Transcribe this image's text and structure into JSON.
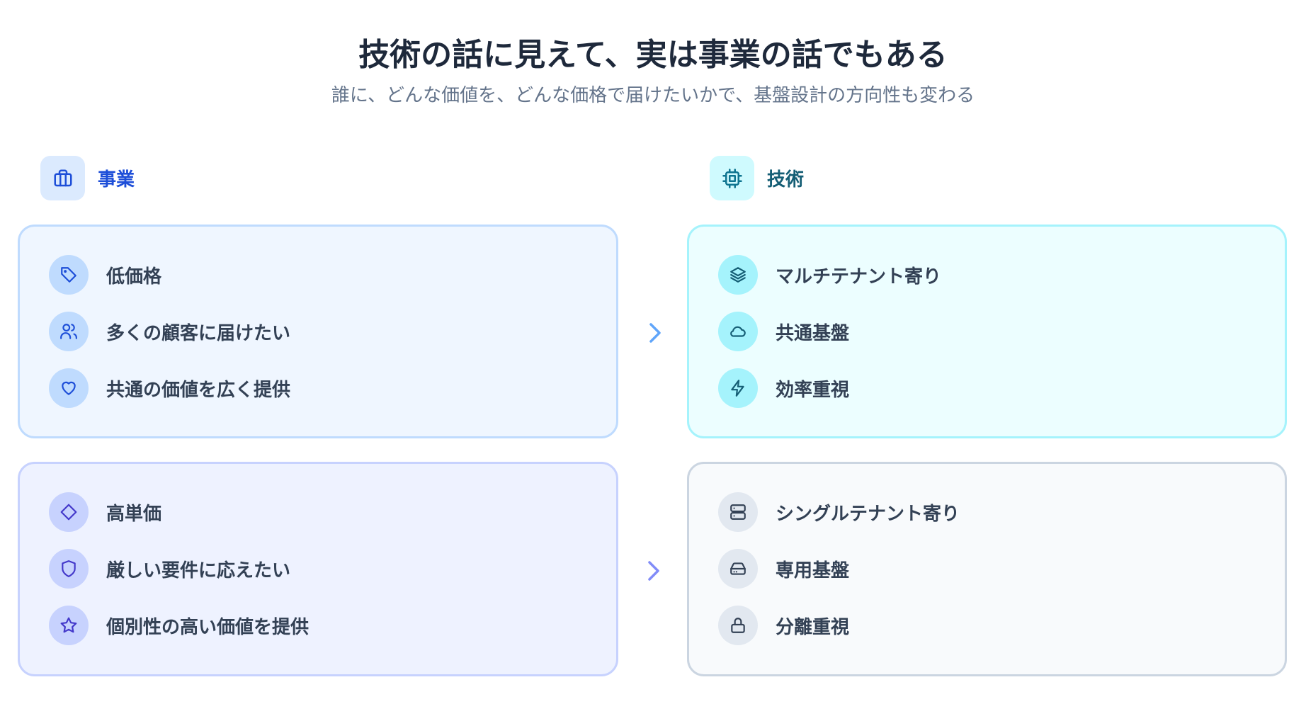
{
  "header": {
    "title": "技術の話に見えて、実は事業の話でもある",
    "subtitle": "誰に、どんな価値を、どんな価格で届けたいかで、基盤設計の方向性も変わる"
  },
  "columns": {
    "business": {
      "label": "事業",
      "icon": "briefcase-icon",
      "color": "#1d4ed8",
      "icon_bg": "#dbeafe"
    },
    "technology": {
      "label": "技術",
      "icon": "cpu-chip-icon",
      "color": "#155e75",
      "icon_bg": "#cffafe"
    }
  },
  "rows": [
    {
      "business": {
        "theme": "blue",
        "items": [
          {
            "icon": "tag-icon",
            "label": "低価格"
          },
          {
            "icon": "users-icon",
            "label": "多くの顧客に届けたい"
          },
          {
            "icon": "heart-icon",
            "label": "共通の価値を広く提供"
          }
        ]
      },
      "arrow": {
        "icon": "chevron-right-icon",
        "color": "#60a5fa"
      },
      "technology": {
        "theme": "cyan",
        "items": [
          {
            "icon": "layers-icon",
            "label": "マルチテナント寄り"
          },
          {
            "icon": "cloud-icon",
            "label": "共通基盤"
          },
          {
            "icon": "lightning-icon",
            "label": "効率重視"
          }
        ]
      }
    },
    {
      "business": {
        "theme": "indigo",
        "items": [
          {
            "icon": "diamond-icon",
            "label": "高単価"
          },
          {
            "icon": "shield-icon",
            "label": "厳しい要件に応えたい"
          },
          {
            "icon": "star-icon",
            "label": "個別性の高い価値を提供"
          }
        ]
      },
      "arrow": {
        "icon": "chevron-right-icon",
        "color": "#818cf8"
      },
      "technology": {
        "theme": "slate",
        "items": [
          {
            "icon": "server-icon",
            "label": "シングルテナント寄り"
          },
          {
            "icon": "hard-drive-icon",
            "label": "専用基盤"
          },
          {
            "icon": "lock-icon",
            "label": "分離重視"
          }
        ]
      }
    }
  ],
  "colors": {
    "blue_card_bg": "#eff6ff",
    "blue_card_border": "#bfdbfe",
    "indigo_card_bg": "#eef2ff",
    "indigo_card_border": "#c7d2fe",
    "cyan_card_bg": "#ecfeff",
    "cyan_card_border": "#a5f3fc",
    "slate_card_bg": "#f8fafc",
    "slate_card_border": "#cbd5e1"
  }
}
